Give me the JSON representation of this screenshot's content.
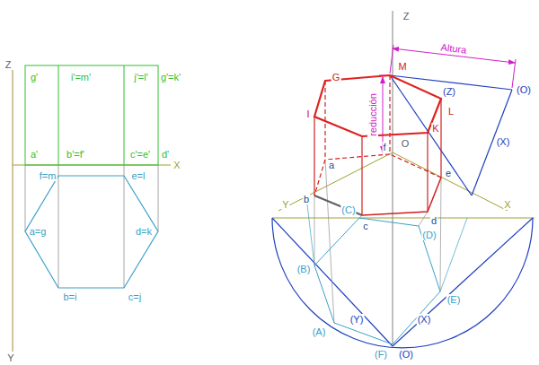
{
  "diagram": {
    "labels": [
      "Z",
      "g'",
      "i'=m'",
      "j'=l'",
      "g'=k'",
      "a'",
      "b'=f'",
      "c'=e'",
      "d'",
      "X",
      "f=m",
      "e=l",
      "a=g",
      "d=k",
      "b=i",
      "c=j",
      "Y",
      "Z",
      "Altura",
      "M",
      "(Z)",
      "(O)",
      "G",
      "L",
      "I",
      "reducción",
      "K",
      "O",
      "f",
      "a",
      "e",
      "(X)",
      "b",
      "(C)",
      "c",
      "d",
      "Y",
      "X",
      "(D)",
      "(B)",
      "(E)",
      "(A)",
      "(Y)",
      "(X)",
      "(F)",
      "(O)"
    ]
  }
}
